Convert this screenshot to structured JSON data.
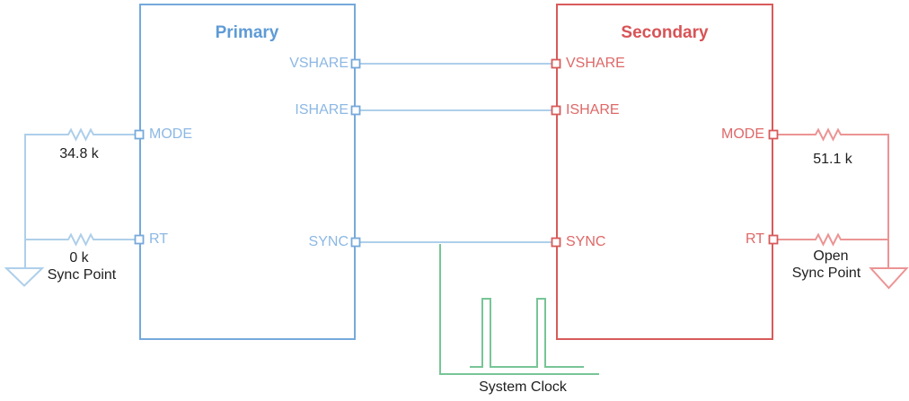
{
  "diagram": {
    "primary": {
      "title": "Primary",
      "pins": {
        "vshare": "VSHARE",
        "ishare": "ISHARE",
        "mode": "MODE",
        "rt": "RT",
        "sync": "SYNC"
      }
    },
    "secondary": {
      "title": "Secondary",
      "pins": {
        "vshare": "VSHARE",
        "ishare": "ISHARE",
        "mode": "MODE",
        "rt": "RT",
        "sync": "SYNC"
      }
    },
    "left": {
      "mode_resistor": "34.8 k",
      "rt_resistor": "0 k",
      "ground_label": "Sync Point"
    },
    "right": {
      "mode_resistor": "51.1 k",
      "rt_resistor": "Open",
      "ground_label": "Sync Point"
    },
    "clock_label": "System Clock"
  },
  "colors": {
    "blue_box": "#76A9DB",
    "blue_title": "#5E9BD6",
    "blue_label": "#8CB8E4",
    "blue_wire": "#AECFEA",
    "red_box": "#D85A5A",
    "red_title": "#D85356",
    "red_label": "#DE6868",
    "red_wire": "#EC9494",
    "clock_green": "#77C596",
    "value_text": "#1F1F1F"
  }
}
